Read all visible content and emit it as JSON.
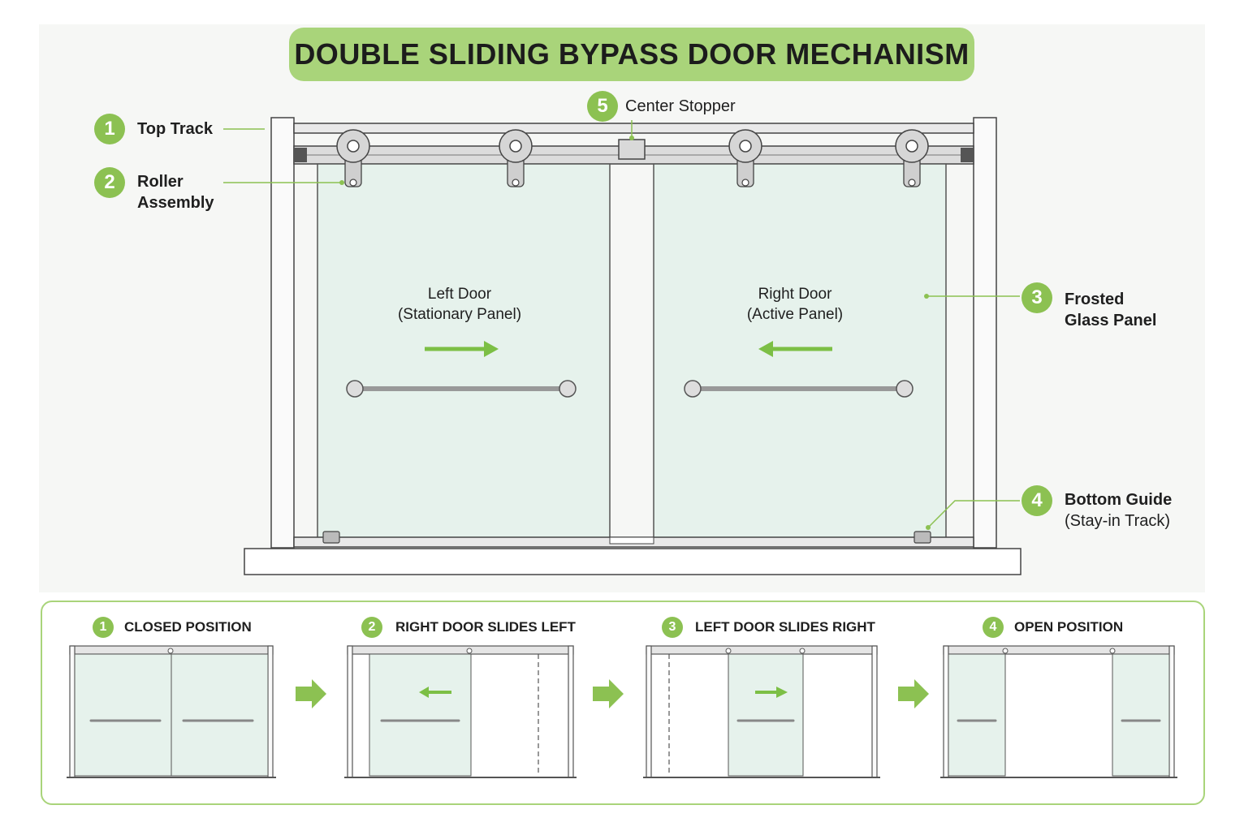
{
  "title": "DOUBLE SLIDING BYPASS DOOR MECHANISM",
  "callouts": [
    {
      "num": "1",
      "label": "Top Track",
      "sub": ""
    },
    {
      "num": "2",
      "label": "Roller",
      "sub": "Assembly"
    },
    {
      "num": "3",
      "label": "Frosted",
      "sub": "Glass Panel"
    },
    {
      "num": "4",
      "label": "Bottom Guide",
      "sub": "(Stay-in Track)"
    },
    {
      "num": "5",
      "label": "Center Stopper",
      "sub": ""
    }
  ],
  "doors": {
    "left": {
      "title": "Left Door",
      "sub": "(Stationary Panel)"
    },
    "right": {
      "title": "Right Door",
      "sub": "(Active Panel)"
    }
  },
  "steps": [
    {
      "num": "1",
      "title": "CLOSED POSITION"
    },
    {
      "num": "2",
      "title": "RIGHT DOOR SLIDES LEFT"
    },
    {
      "num": "3",
      "title": "LEFT DOOR SLIDES RIGHT"
    },
    {
      "num": "4",
      "title": "OPEN POSITION"
    }
  ],
  "colors": {
    "accent": "#8cc152",
    "accent_light": "#a9d47a",
    "glass": "#e6f2ec",
    "frame": "#555555"
  }
}
